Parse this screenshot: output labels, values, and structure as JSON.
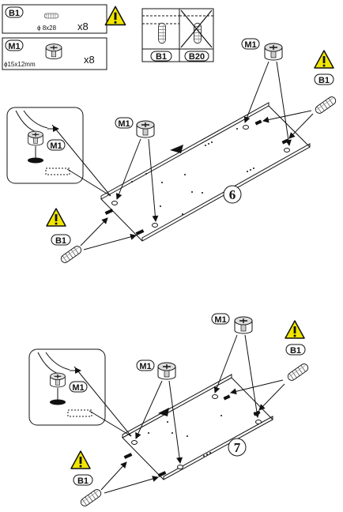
{
  "legend": {
    "dowel_code": "B1",
    "dowel_size": "ϕ 8x28",
    "dowel_qty": "x8",
    "cam_code": "M1",
    "cam_size": "ϕ15x12mm",
    "cam_qty": "x8"
  },
  "comparison": {
    "ok_code": "B1",
    "wrong_code": "B20"
  },
  "steps": [
    {
      "number": "6",
      "cam_label": "M1",
      "dowel_label": "B1"
    },
    {
      "number": "7",
      "cam_label": "M1",
      "dowel_label": "B1"
    }
  ],
  "colors": {
    "line": "#111111",
    "warning": "#f2e600",
    "panel": "#ffffff"
  },
  "icons": [
    "warning-icon",
    "dowel-icon",
    "cam-lock-icon",
    "finger-icon"
  ]
}
